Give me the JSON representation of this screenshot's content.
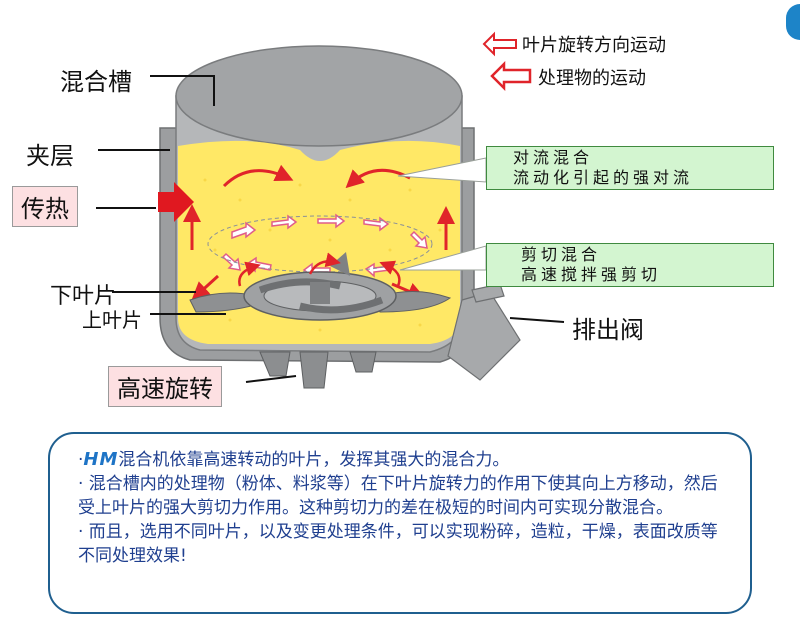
{
  "legend": {
    "blade_rotation": "叶片旋转方向运动",
    "material_motion": "处理物的运动",
    "blade_arrow_color": "#e0242a",
    "material_arrow_color": "#e0242a"
  },
  "labels": {
    "mixing_tank": "混合槽",
    "jacket": "夹层",
    "heat_transfer": "传热",
    "lower_blade": "下叶片",
    "upper_blade": "上叶片",
    "discharge_valve": "排出阀",
    "high_speed_rotation": "高速旋转"
  },
  "callouts": {
    "convection_line1": "对流混合",
    "convection_line2": "流动化引起的强对流",
    "shear_line1": "剪切混合",
    "shear_line2": "高速搅拌强剪切"
  },
  "description": {
    "brand": "HM",
    "line1": "混合机依靠高速转动的叶片，发挥其强大的混合力。",
    "line2": "· 混合槽内的处理物（粉体、料浆等）在下叶片旋转力的作用下使其向上方移动，然后受上叶片的强大剪切力作用。这种剪切力的差在极短的时间内可实现分散混合。",
    "line3": "· 而且，选用不同叶片，以及变更处理条件，可以实现粉碎，造粒，干燥，表面改质等不同处理效果!"
  },
  "colors": {
    "material_fill": "#ffe866",
    "tank_gray": "#a9abad",
    "callout_bg": "#d3f5d0",
    "pink_bg": "#fde0e2",
    "text_box_border": "#1f5f8f"
  }
}
